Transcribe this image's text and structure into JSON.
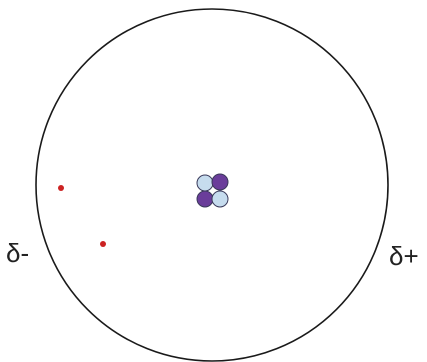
{
  "labels": {
    "negative": "δ-",
    "positive": "δ+"
  },
  "nucleus": {
    "protons": 2,
    "neutrons": 2
  },
  "electrons": {
    "count": 2
  },
  "colors": {
    "boundary": "#1a1a1a",
    "proton": "#6a3d9a",
    "neutron": "#c6dcee",
    "electron": "#cc2222"
  }
}
